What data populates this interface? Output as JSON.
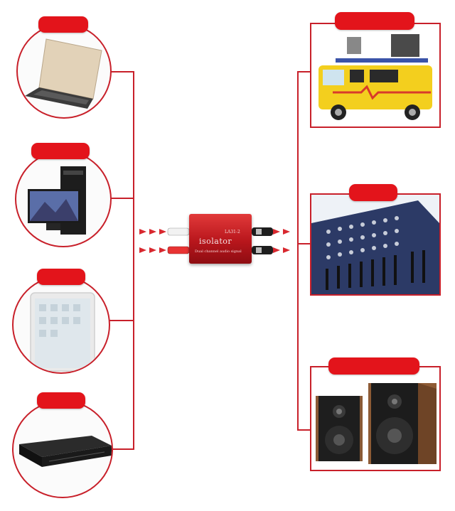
{
  "device": {
    "model": "LA31-2",
    "title": "isolator",
    "subtitle": "Dual channel audio signal"
  },
  "sources": [
    {
      "icon": "laptop-icon"
    },
    {
      "icon": "desktop-computer-icon"
    },
    {
      "icon": "tablet-icon"
    },
    {
      "icon": "dvd-player-icon"
    }
  ],
  "destinations": [
    {
      "icon": "broadcast-van-icon"
    },
    {
      "icon": "mixing-console-icon"
    },
    {
      "icon": "bookshelf-speakers-icon"
    }
  ],
  "colors": {
    "accent": "#e3141b",
    "line": "#c8202a",
    "device": "#b8161c"
  }
}
